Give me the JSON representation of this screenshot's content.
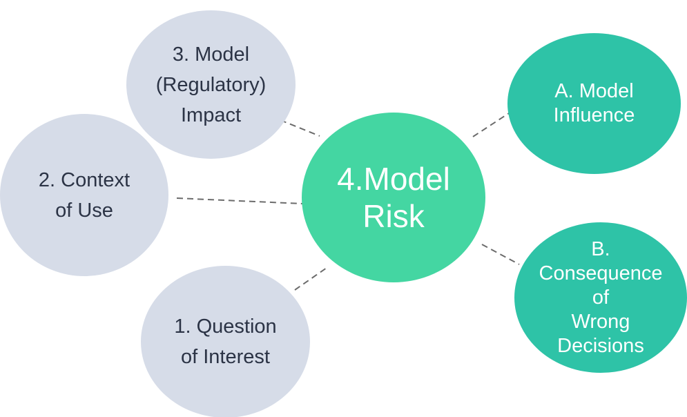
{
  "diagram": {
    "center": {
      "label": "4.Model\nRisk"
    },
    "left_nodes": [
      {
        "id": "n3",
        "label": "3. Model\n(Regulatory)\nImpact"
      },
      {
        "id": "n2",
        "label": "2. Context\nof Use"
      },
      {
        "id": "n1",
        "label": "1. Question\nof Interest"
      }
    ],
    "right_nodes": [
      {
        "id": "nA",
        "label": "A. Model\nInfluence"
      },
      {
        "id": "nB",
        "label": "B.\nConsequence\nof\nWrong\nDecisions"
      }
    ],
    "colors": {
      "left_node_fill": "#d6dce8",
      "center_fill": "#44d6a2",
      "right_node_fill": "#2ec3a7",
      "connector": "#6b6b6b"
    }
  }
}
